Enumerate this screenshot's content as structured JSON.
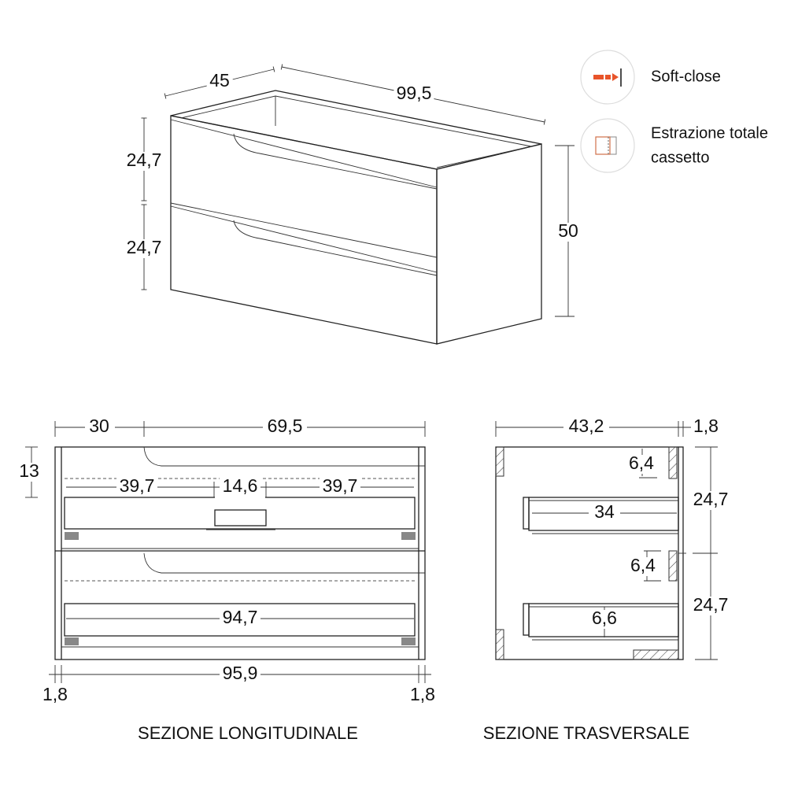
{
  "perspective": {
    "depth": "45",
    "width": "99,5",
    "drawer_height_top": "24,7",
    "drawer_height_bottom": "24,7",
    "total_height": "50"
  },
  "features": [
    {
      "icon": "soft-close-icon",
      "label": "Soft-close"
    },
    {
      "icon": "full-extension-drawer-icon",
      "label_line1": "Estrazione totale",
      "label_line2": "cassetto"
    }
  ],
  "longitudinal": {
    "title": "SEZIONE LONGITUDINALE",
    "dim_left": "30",
    "dim_right": "69,5",
    "dim_basin_depth": "13",
    "dim_drawer_left": "39,7",
    "dim_siphon": "14,6",
    "dim_drawer_right": "39,7",
    "dim_drawer_bottom": "94,7",
    "dim_inner": "95,9",
    "dim_side_left": "1,8",
    "dim_side_right": "1,8"
  },
  "transversal": {
    "title": "SEZIONE TRASVERSALE",
    "dim_depth": "43,2",
    "dim_back": "1,8",
    "dim_gap_top": "6,4",
    "dim_gap_mid": "6,4",
    "dim_drawer_depth": "34",
    "dim_drawer_inner": "6,6",
    "dim_height_top": "24,7",
    "dim_height_bottom": "24,7"
  },
  "colors": {
    "accent": "#e8542a",
    "line": "#222222"
  }
}
